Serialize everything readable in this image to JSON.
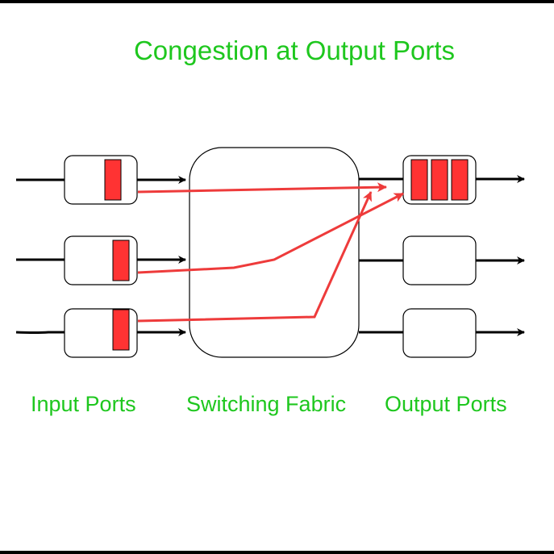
{
  "title": "Congestion at Output Ports",
  "labels": {
    "input_ports": "Input Ports",
    "switching_fabric": "Switching Fabric",
    "output_ports": "Output Ports"
  },
  "colors": {
    "label": "#1ec71e",
    "packet": "#ff3333",
    "flow": "#ee3b3b",
    "stroke": "#000000"
  },
  "input_ports": [
    {
      "name": "input-port-1",
      "queued_packets": 1
    },
    {
      "name": "input-port-2",
      "queued_packets": 1
    },
    {
      "name": "input-port-3",
      "queued_packets": 1
    }
  ],
  "output_ports": [
    {
      "name": "output-port-1",
      "queued_packets": 3
    },
    {
      "name": "output-port-2",
      "queued_packets": 0
    },
    {
      "name": "output-port-3",
      "queued_packets": 0
    }
  ],
  "flows": [
    {
      "from": "input-port-1",
      "to": "output-port-1"
    },
    {
      "from": "input-port-2",
      "to": "output-port-1"
    },
    {
      "from": "input-port-3",
      "to": "output-port-1"
    }
  ]
}
